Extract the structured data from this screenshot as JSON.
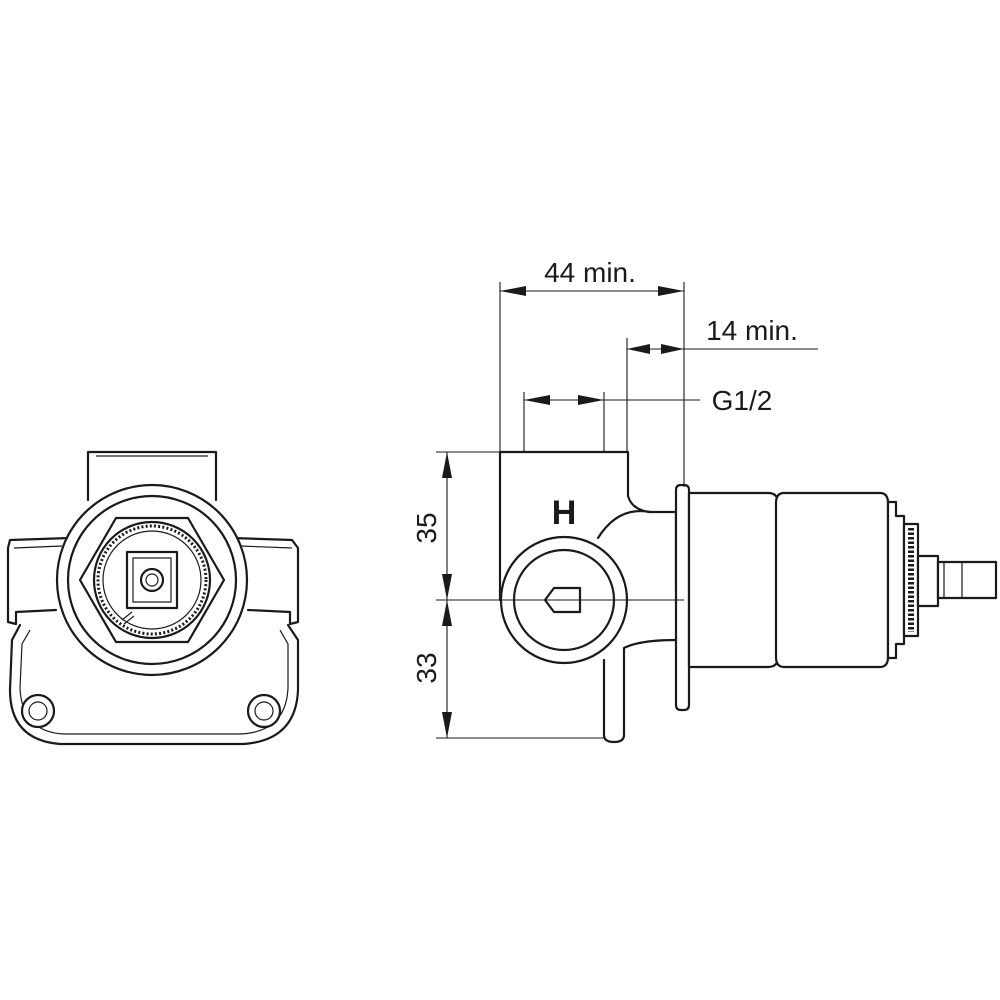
{
  "dimensions": {
    "width_min": "44 min.",
    "depth_min": "14 min.",
    "thread": "G1/2",
    "height_upper": "35",
    "height_lower": "33"
  },
  "markings": {
    "hot_symbol": "H"
  },
  "views": [
    "front-view",
    "side-view"
  ]
}
